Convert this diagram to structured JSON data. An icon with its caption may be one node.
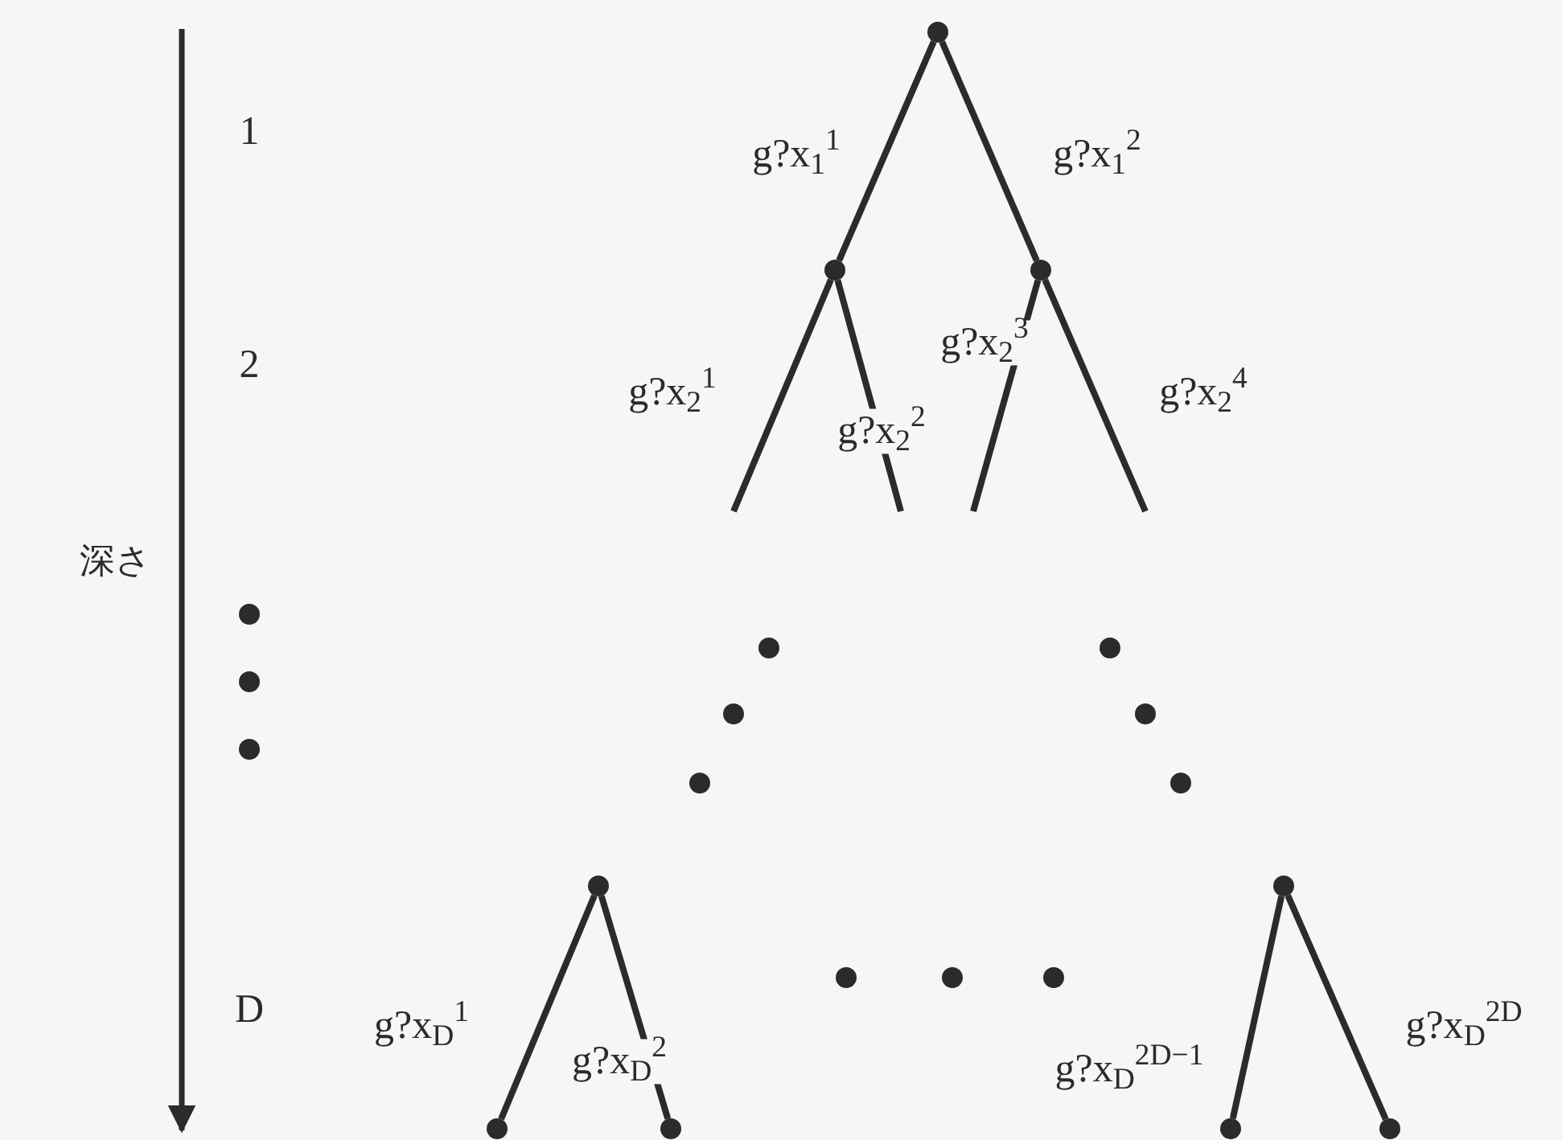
{
  "diagram": {
    "nodes": [
      {
        "text": [],
        "shape": "circle"
      },
      {
        "text": [],
        "shape": "circle"
      },
      {
        "text": [],
        "shape": "circle"
      },
      {
        "text": [],
        "shape": "circle"
      },
      {
        "text": [],
        "shape": "circle"
      },
      {
        "text": [],
        "shape": "circle"
      },
      {
        "text": [],
        "shape": "circle"
      },
      {
        "text": [],
        "shape": "circle"
      },
      {
        "text": [],
        "shape": "circle"
      }
    ],
    "edges": [
      {
        "from": 0,
        "to": 1,
        "arrow": "none",
        "label": "g?x$_{1}$$^{1}$"
      },
      {
        "from": 0,
        "to": 2,
        "arrow": "none",
        "label": "g?x$_{1}$$^{2}$"
      },
      {
        "from": 1,
        "to": null,
        "arrow": "none",
        "label": "g?x$_{2}$$^{1}$"
      },
      {
        "from": 1,
        "to": null,
        "arrow": "none",
        "label": "g?x$_{2}$$^{2}$"
      },
      {
        "from": 2,
        "to": null,
        "arrow": "none",
        "label": "g?x$_{2}$$^{3}$"
      },
      {
        "from": 2,
        "to": null,
        "arrow": "none",
        "label": "g?x$_{2}$$^{4}$"
      },
      {
        "from": 3,
        "to": 4,
        "arrow": "none",
        "label": "g?x$_{D}$$^{1}$"
      },
      {
        "from": 3,
        "to": 5,
        "arrow": "none",
        "label": "g?x$_{D}$$^{2}$"
      },
      {
        "from": 6,
        "to": 7,
        "arrow": "none",
        "label": "g?x$_{D}$$^{2D−1}$"
      },
      {
        "from": 6,
        "to": 8,
        "arrow": "none",
        "label": "g?x$_{D}$$^{2D}$"
      }
    ],
    "labels": [
      "1",
      "2",
      "D",
      "深さ"
    ]
  }
}
